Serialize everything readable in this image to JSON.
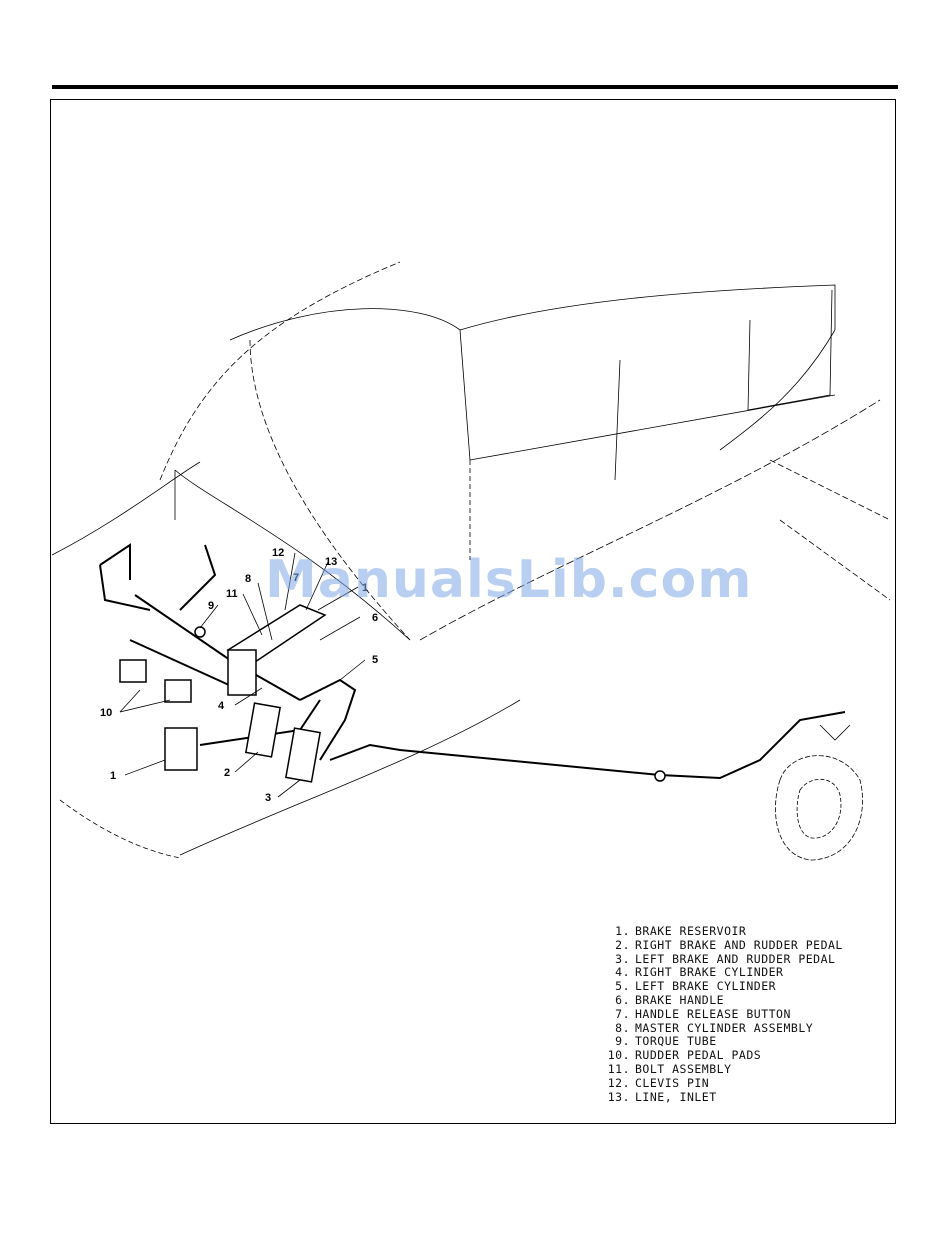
{
  "watermark": "ManualsLib.com",
  "callout_numbers": [
    "1",
    "1",
    "2",
    "3",
    "4",
    "5",
    "6",
    "7",
    "8",
    "9",
    "10",
    "11",
    "12",
    "13"
  ],
  "legend": [
    {
      "num": "1.",
      "label": "BRAKE RESERVOIR"
    },
    {
      "num": "2.",
      "label": "RIGHT BRAKE AND RUDDER PEDAL"
    },
    {
      "num": "3.",
      "label": "LEFT BRAKE AND RUDDER PEDAL"
    },
    {
      "num": "4.",
      "label": "RIGHT BRAKE CYLINDER"
    },
    {
      "num": "5.",
      "label": "LEFT BRAKE CYLINDER"
    },
    {
      "num": "6.",
      "label": "BRAKE HANDLE"
    },
    {
      "num": "7.",
      "label": "HANDLE RELEASE BUTTON"
    },
    {
      "num": "8.",
      "label": "MASTER CYLINDER ASSEMBLY"
    },
    {
      "num": "9.",
      "label": "TORQUE TUBE"
    },
    {
      "num": "10.",
      "label": "RUDDER PEDAL PADS"
    },
    {
      "num": "11.",
      "label": "BOLT ASSEMBLY"
    },
    {
      "num": "12.",
      "label": "CLEVIS PIN"
    },
    {
      "num": "13.",
      "label": "LINE, INLET"
    }
  ]
}
